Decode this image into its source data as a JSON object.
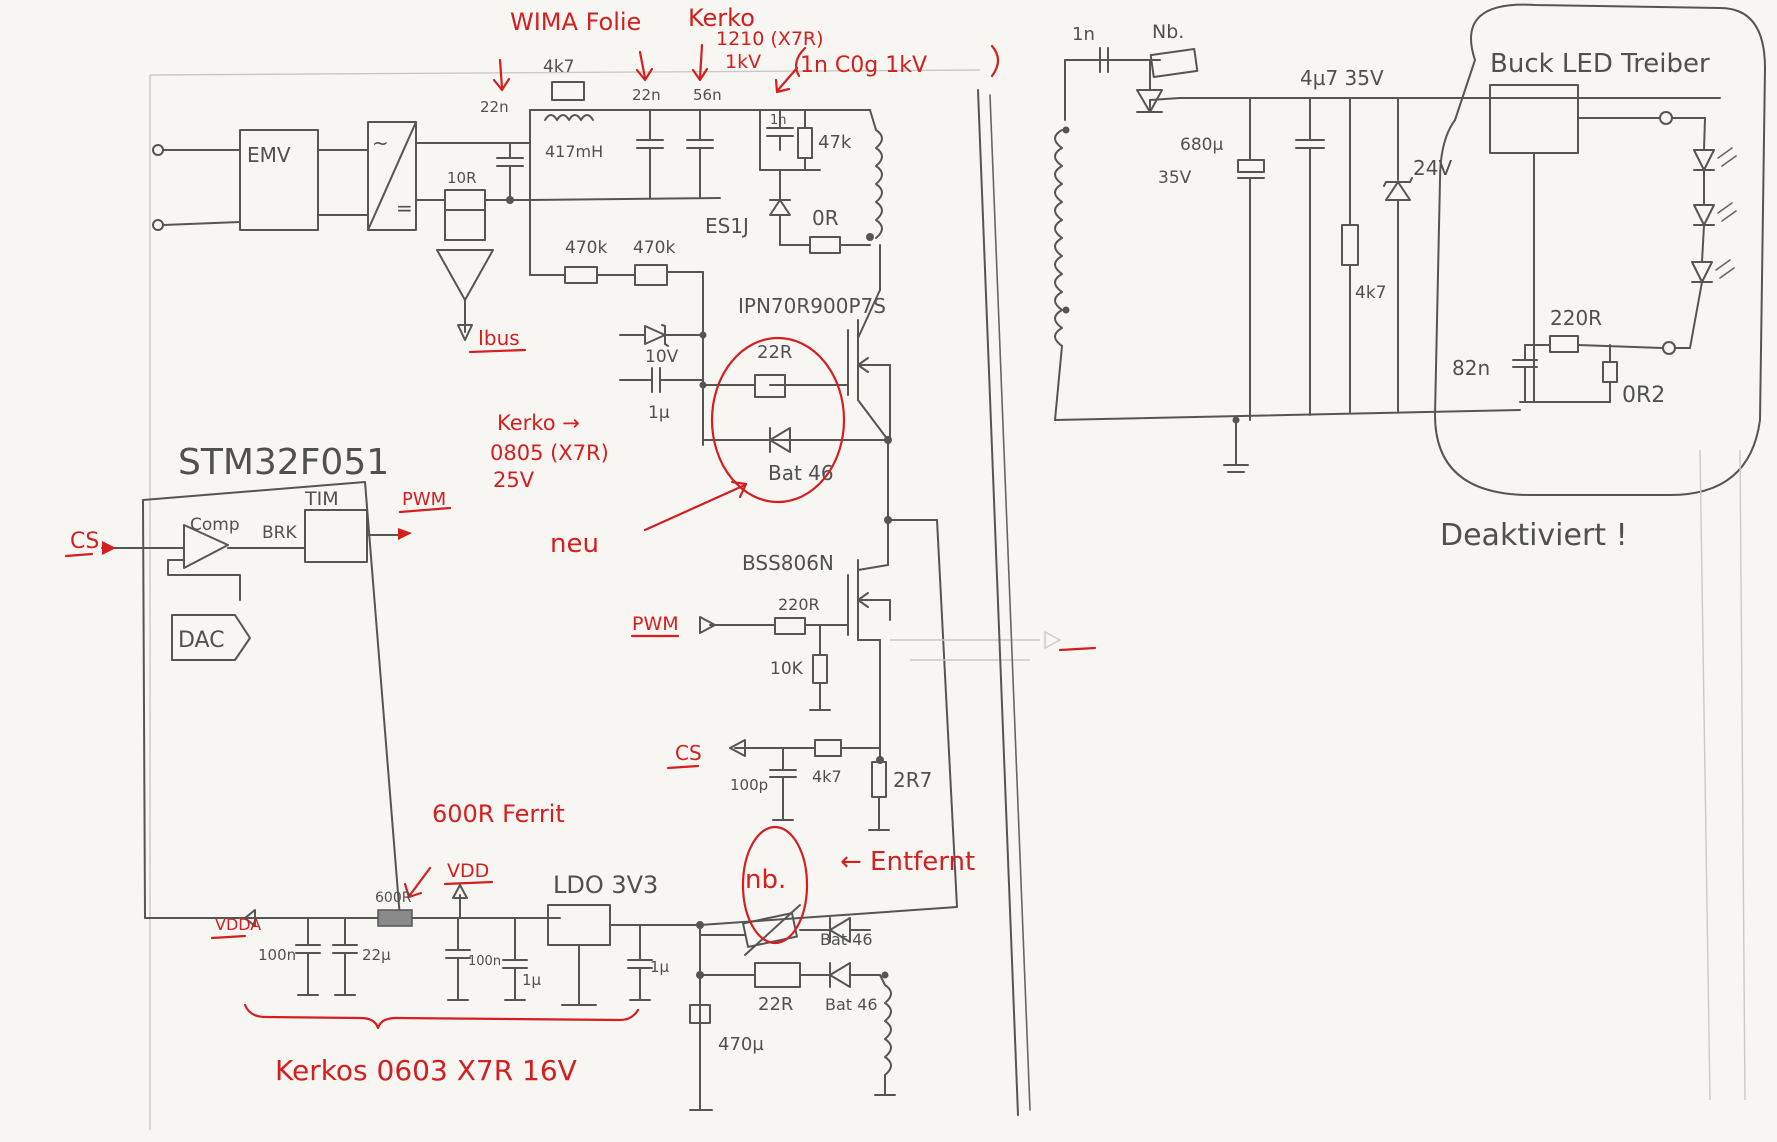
{
  "left_schematic": {
    "emv_block": "EMV",
    "rectifier_top": "~",
    "rectifier_bottom": "=",
    "r_10r": "10R",
    "ibus": "Ibus",
    "cap_22n_a": "22n",
    "cap_22n_b": "22n",
    "cap_56n": "56n",
    "choke_4k7": "4k7",
    "choke_417mh": "417mH",
    "note_wima": "WIMA Folie",
    "note_kerko_top": "Kerko",
    "note_1210": "1210 (X7R)",
    "note_1kv": "1kV",
    "note_1n_c0g": "1n C0g 1kV",
    "cap_1n": "1n",
    "r_47k": "47k",
    "diode_es1j": "ES1J",
    "r_0r": "0R",
    "r_470k_a": "470k",
    "r_470k_b": "470k",
    "mosfet_ipn": "IPN70R900P7S",
    "zener_10v": "10V",
    "cap_1u": "1µ",
    "r_22r": "22R",
    "diode_bat46": "Bat 46",
    "note_kerko_0805": "Kerko →",
    "note_0805": "0805 (X7R)",
    "note_25v": "25V",
    "note_neu": "neu",
    "mcu_name": "STM32F051",
    "mcu_comp": "Comp",
    "mcu_brk": "BRK",
    "mcu_tim": "TIM",
    "mcu_dac": "DAC",
    "mcu_pwm_out": "PWM",
    "mcu_cs_in": "CS",
    "mosfet_bss": "BSS806N",
    "pwm_label": "PWM",
    "r_220r": "220R",
    "r_10k": "10K",
    "cs_label": "CS",
    "cap_100p": "100p",
    "r_4k7": "4k7",
    "r_2r7": "2R7",
    "note_ferrit": "600R Ferrit",
    "ferrit_label": "600R",
    "vdd_label": "VDD",
    "vdda_label": "VDDA",
    "ldo": "LDO 3V3",
    "cap_100n_a": "100n",
    "cap_22u": "22µ",
    "cap_100n_b": "100n",
    "cap_1u_b": "1µ",
    "cap_1u_c": "1µ",
    "nbo_red": "nb.",
    "note_entfernt": "← Entfernt",
    "diode_bat46_b": "Bat 46",
    "r_22r_b": "22R",
    "diode_bat46_c": "Bat 46",
    "cap_470u": "470µ",
    "note_kerkos": "Kerkos 0603 X7R 16V"
  },
  "right_schematic": {
    "cap_1n": "1n",
    "nbo": "Nb.",
    "cap_4u7": "4µ7 35V",
    "cap_680u": "680µ",
    "cap_35v": "35V",
    "zener_24v": "24V",
    "r_4k7": "4k7",
    "buck_block": "Buck LED Treiber",
    "r_220r": "220R",
    "cap_82n": "82n",
    "r_or2": "0R2",
    "note_deaktiviert": "Deaktiviert !"
  }
}
